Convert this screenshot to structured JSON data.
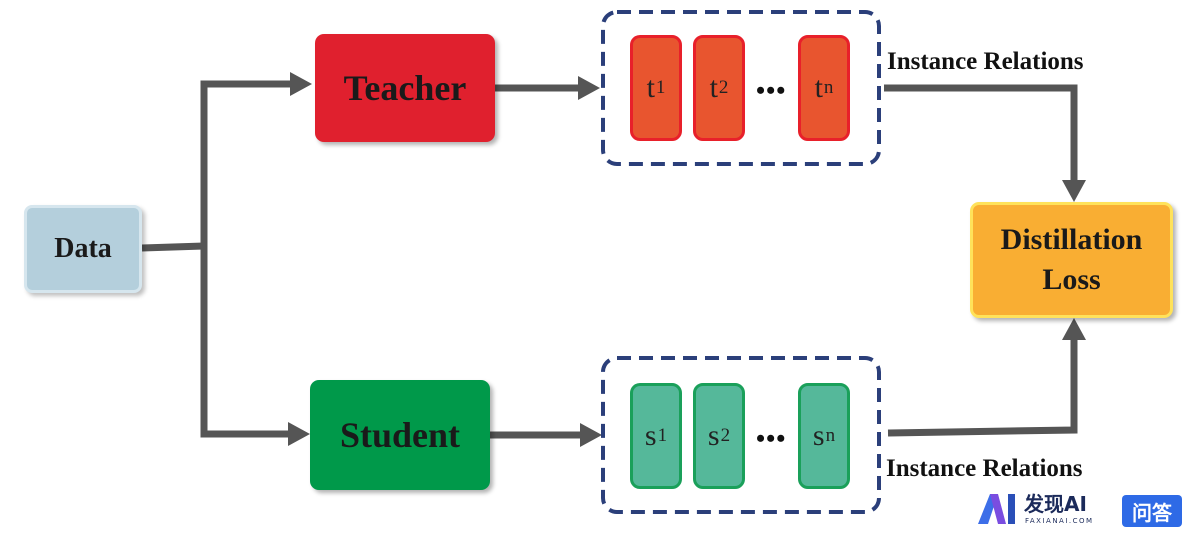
{
  "nodes": {
    "data": "Data",
    "teacher": "Teacher",
    "student": "Student",
    "loss_line1": "Distillation",
    "loss_line2": "Loss"
  },
  "teacher_outputs": {
    "cells": [
      {
        "base": "t",
        "sub": "1"
      },
      {
        "base": "t",
        "sub": "2"
      },
      {
        "base": "t",
        "sub": "n"
      }
    ],
    "ellipsis": "•••"
  },
  "student_outputs": {
    "cells": [
      {
        "base": "s",
        "sub": "1"
      },
      {
        "base": "s",
        "sub": "2"
      },
      {
        "base": "s",
        "sub": "n"
      }
    ],
    "ellipsis": "•••"
  },
  "labels": {
    "teacher_relations": "Instance Relations",
    "student_relations": "Instance Relations"
  },
  "watermark": {
    "brand": "发现AI",
    "domain": "FAXIANAI.COM",
    "badge": "问答"
  },
  "colors": {
    "arrow": "#555555",
    "group_border": "#2b3f7a",
    "teacher": "#e0202e",
    "student": "#00994a",
    "data": "#b4cfdc",
    "loss": "#f9ae33"
  }
}
